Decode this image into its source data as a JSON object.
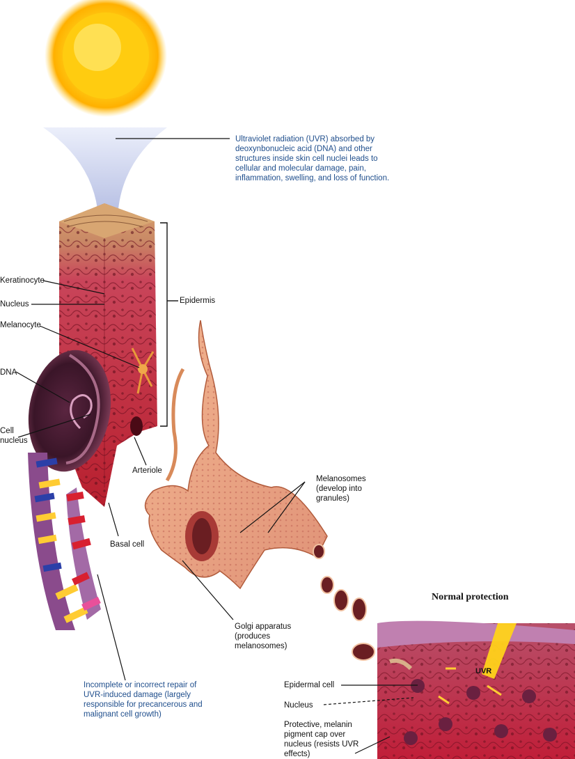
{
  "uvr_description": "Ultraviolet radiation (UVR) absorbed by\ndeoxynbonucleic acid (DNA) and other\nstructures inside skin cell nuclei leads to\ncellular and molecular damage, pain,\ninflammation, swelling, and loss of function.",
  "labels": {
    "keratinocyte": "Keratinocyte",
    "nucleus": "Nucleus",
    "melanocyte": "Melanocyte",
    "epidermis": "Epidermis",
    "dna": "DNA",
    "cell_nucleus": "Cell\nnucleus",
    "arteriole": "Arteriole",
    "basal_cell": "Basal cell",
    "melanosomes": "Melanosomes\n(develop into\ngranules)",
    "golgi": "Golgi apparatus\n(produces\nmelanosomes)",
    "repair_note": "Incomplete or incorrect repair of\nUVR-induced damage (largely\nresponsible for precancerous and\nmalignant cell growth)"
  },
  "inset": {
    "title": "Normal protection",
    "uvr_label": "UVR",
    "epidermal_cell": "Epidermal cell",
    "nucleus": "Nucleus",
    "pigment_cap": "Protective, melanin\npigment cap over\nnucleus (resists UVR\neffects)"
  },
  "colors": {
    "label_blue": "#1f4e8c",
    "sun_yellow": "#ffd21a",
    "skin_red": "#c8283a",
    "dna_strand": "#8a4b8c"
  }
}
